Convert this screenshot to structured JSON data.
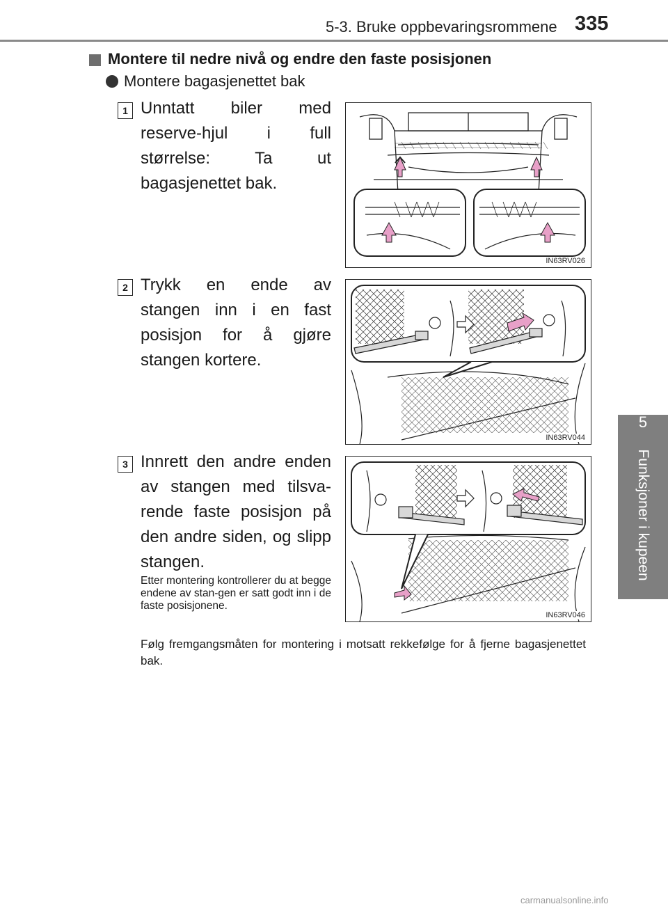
{
  "header": {
    "section": "5-3. Bruke oppbevaringsrommene",
    "page_number": "335"
  },
  "side_tab": {
    "chapter_number": "5",
    "chapter_title": "Funksjoner i kupeen",
    "color": "#7f7f7f"
  },
  "heading": "Montere til nedre nivå og endre den faste posisjonen",
  "subheading": "Montere bagasjenettet bak",
  "steps": [
    {
      "number": "1",
      "text": "Unntatt biler med reserve-hjul i full størrelse: Ta ut bagasjenettet bak.",
      "figure_code": "IN63RV026"
    },
    {
      "number": "2",
      "text": "Trykk en ende av stangen inn i en fast posisjon for å gjøre stangen kortere.",
      "figure_code": "IN63RV044"
    },
    {
      "number": "3",
      "text": "Innrett den andre enden av stangen med tilsva-rende faste posisjon på den andre siden, og slipp stangen.",
      "note": "Etter montering kontrollerer du at begge endene av stan-gen er satt godt inn i de faste posisjonene.",
      "figure_code": "IN63RV046"
    }
  ],
  "footnote": "Følg fremgangsmåten for montering i motsatt rekkefølge for å fjerne bagasjenettet bak.",
  "watermark": "carmanualsonline.info",
  "accent_color": "#e8a0c8"
}
